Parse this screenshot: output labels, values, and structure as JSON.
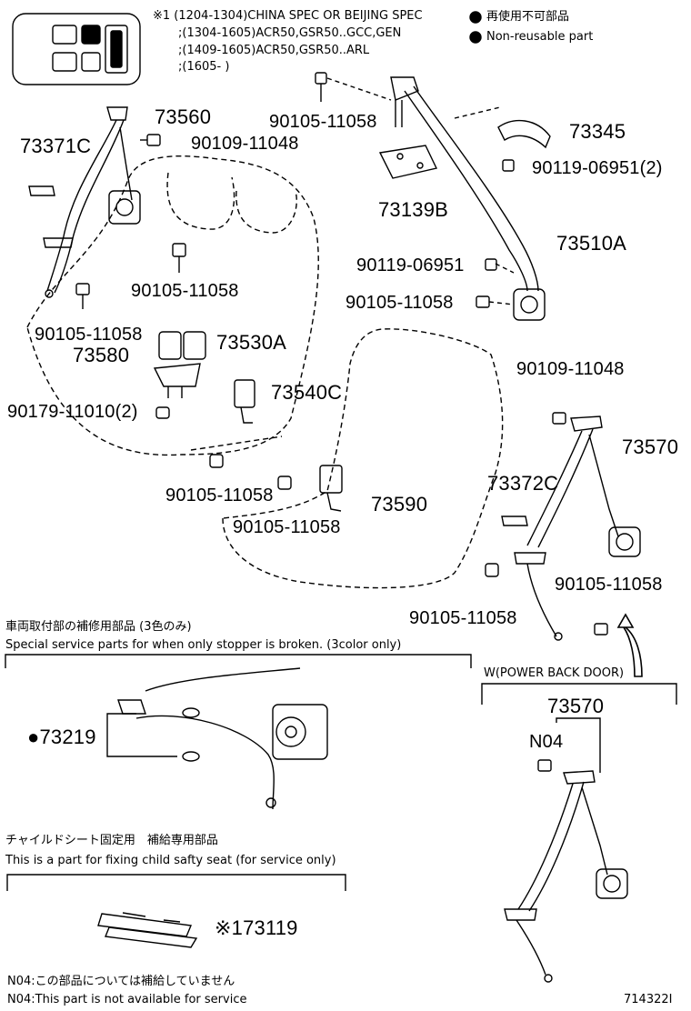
{
  "header": {
    "note_line1": "※1 (1204-1304)CHINA SPEC OR BEIJING SPEC",
    "note_line2": ";(1304-1605)ACR50,GSR50..GCC,GEN",
    "note_line3": ";(1409-1605)ACR50,GSR50..ARL",
    "note_line4": ";(1605-        )",
    "legend_jp": "再使用不可部品",
    "legend_en": "Non-reusable part"
  },
  "parts": {
    "p73560": "73560",
    "p73371C": "73371C",
    "p90109_11048_a": "90109-11048",
    "p90105_11058_top": "90105-11058",
    "p73345": "73345",
    "p90119_06951_2": "90119-06951(2)",
    "p73139B": "73139B",
    "p73510A": "73510A",
    "p90119_06951": "90119-06951",
    "p90105_11058_r": "90105-11058",
    "p90105_11058_mid": "90105-11058",
    "p90105_11058_left": "90105-11058",
    "p73530A": "73530A",
    "p73580": "73580",
    "p73540C": "73540C",
    "p90179_11010": "90179-11010(2)",
    "p90105_11058_low": "90105-11058",
    "p90105_11058_seat": "90105-11058",
    "p73590": "73590",
    "p73372C": "73372C",
    "p90109_11048_b": "90109-11048",
    "p73570": "73570",
    "p90105_11058_rr": "90105-11058",
    "p90105_11058_rl": "90105-11058",
    "p73570_b": "73570",
    "pN04": "N04",
    "p73219": "●73219",
    "p73119": "※173119"
  },
  "sections": {
    "stopper_jp": "車両取付部の補修用部品 (3色のみ)",
    "stopper_en": "Special service parts for when only stopper is broken. (3color only)",
    "power_door": "W(POWER BACK DOOR)",
    "child_jp": "チャイルドシート固定用　補給専用部品",
    "child_en": "This is a part for fixing child safty seat (for service only)",
    "n04_jp": "N04:この部品については補給していません",
    "n04_en": "N04:This part is not available for service",
    "diagram_id": "714322I"
  }
}
